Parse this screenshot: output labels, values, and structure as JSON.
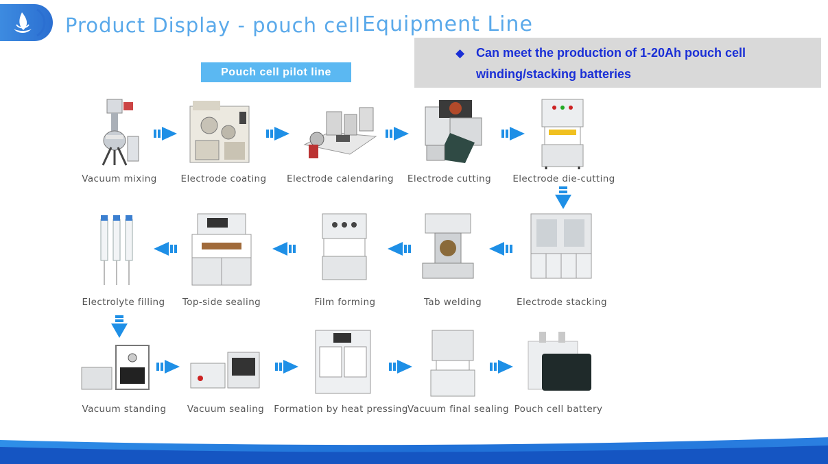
{
  "header": {
    "title_part1": "Product Display - pouch cell",
    "title_part2": "Equipment Line",
    "logo_icon": "flame-drop-logo-icon"
  },
  "info_box": {
    "bullet": "◆",
    "line1": "Can meet the production of 1-20Ah pouch cell",
    "line2": "winding/stacking batteries"
  },
  "pilot_label": "Pouch cell pilot line",
  "steps": {
    "row1": [
      "Vacuum mixing",
      "Electrode coating",
      "Electrode calendaring",
      "Electrode cutting",
      "Electrode die-cutting"
    ],
    "row2": [
      "Electrolyte filling",
      "Top-side sealing",
      "Film forming",
      "Tab welding",
      "Electrode stacking"
    ],
    "row3": [
      "Vacuum standing",
      "Vacuum sealing",
      "Formation by heat pressing",
      "Vacuum final sealing",
      "Pouch cell battery"
    ]
  },
  "colors": {
    "title": "#5aa9ea",
    "accent_blue": "#1a2fd6",
    "arrow": "#1e8fe6",
    "label_bg": "#5bb8f2"
  }
}
